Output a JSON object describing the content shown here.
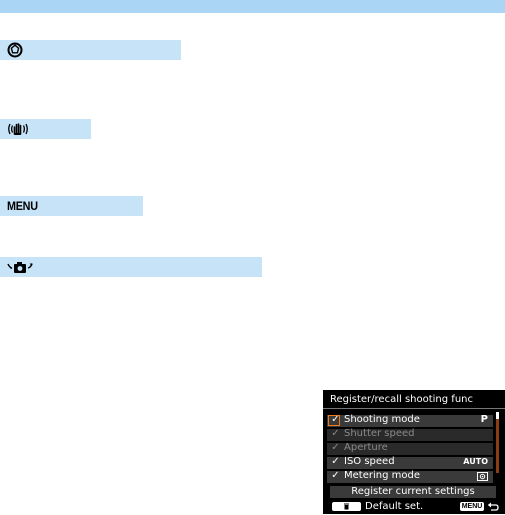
{
  "icons": {
    "aperture": "aperture-icon",
    "image_stabilizer": "image-stabilizer-icon",
    "camera_rotate": "camera-rotate-icon",
    "trash": "trash-icon",
    "return": "return-icon"
  },
  "menu_tag": {
    "label": "MENU"
  },
  "camera_screen": {
    "title": "Register/recall shooting func",
    "rows": [
      {
        "label": "Shooting mode",
        "value": "P",
        "checked": true,
        "enabled": true
      },
      {
        "label": "Shutter speed",
        "value": "",
        "checked": true,
        "enabled": false
      },
      {
        "label": "Aperture",
        "value": "",
        "checked": true,
        "enabled": false
      },
      {
        "label": "ISO speed",
        "value": "AUTO",
        "checked": true,
        "enabled": true
      },
      {
        "label": "Metering mode",
        "value": "",
        "checked": true,
        "enabled": true
      }
    ],
    "check_mark": "✓",
    "register_button": "Register current settings",
    "default_set_label": "Default set.",
    "menu_key_label": "MENU"
  },
  "colors": {
    "header_bar": "#aad5f4",
    "section_tag": "#c6e3f8",
    "selection": "#f07a1e"
  }
}
